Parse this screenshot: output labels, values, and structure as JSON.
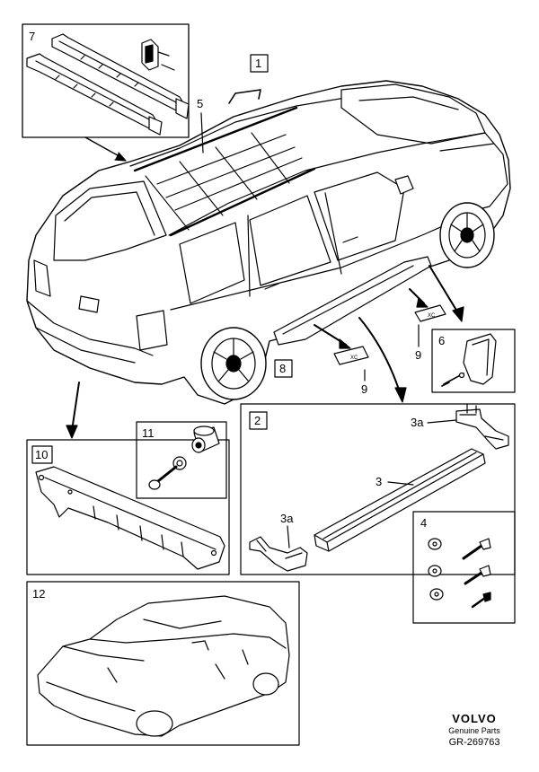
{
  "callouts": {
    "c1": "1",
    "c2": "2",
    "c3": "3",
    "c3a_top": "3a",
    "c3a_bottom": "3a",
    "c4": "4",
    "c5": "5",
    "c6": "6",
    "c7": "7",
    "c8": "8",
    "c9_front": "9",
    "c9_rear": "9",
    "c10": "10",
    "c11": "11",
    "c12": "12"
  },
  "sill_plate_text": "XC",
  "brand": {
    "logo": "VOLVO",
    "subtitle": "Genuine Parts",
    "drawing_code": "GR-269763"
  }
}
